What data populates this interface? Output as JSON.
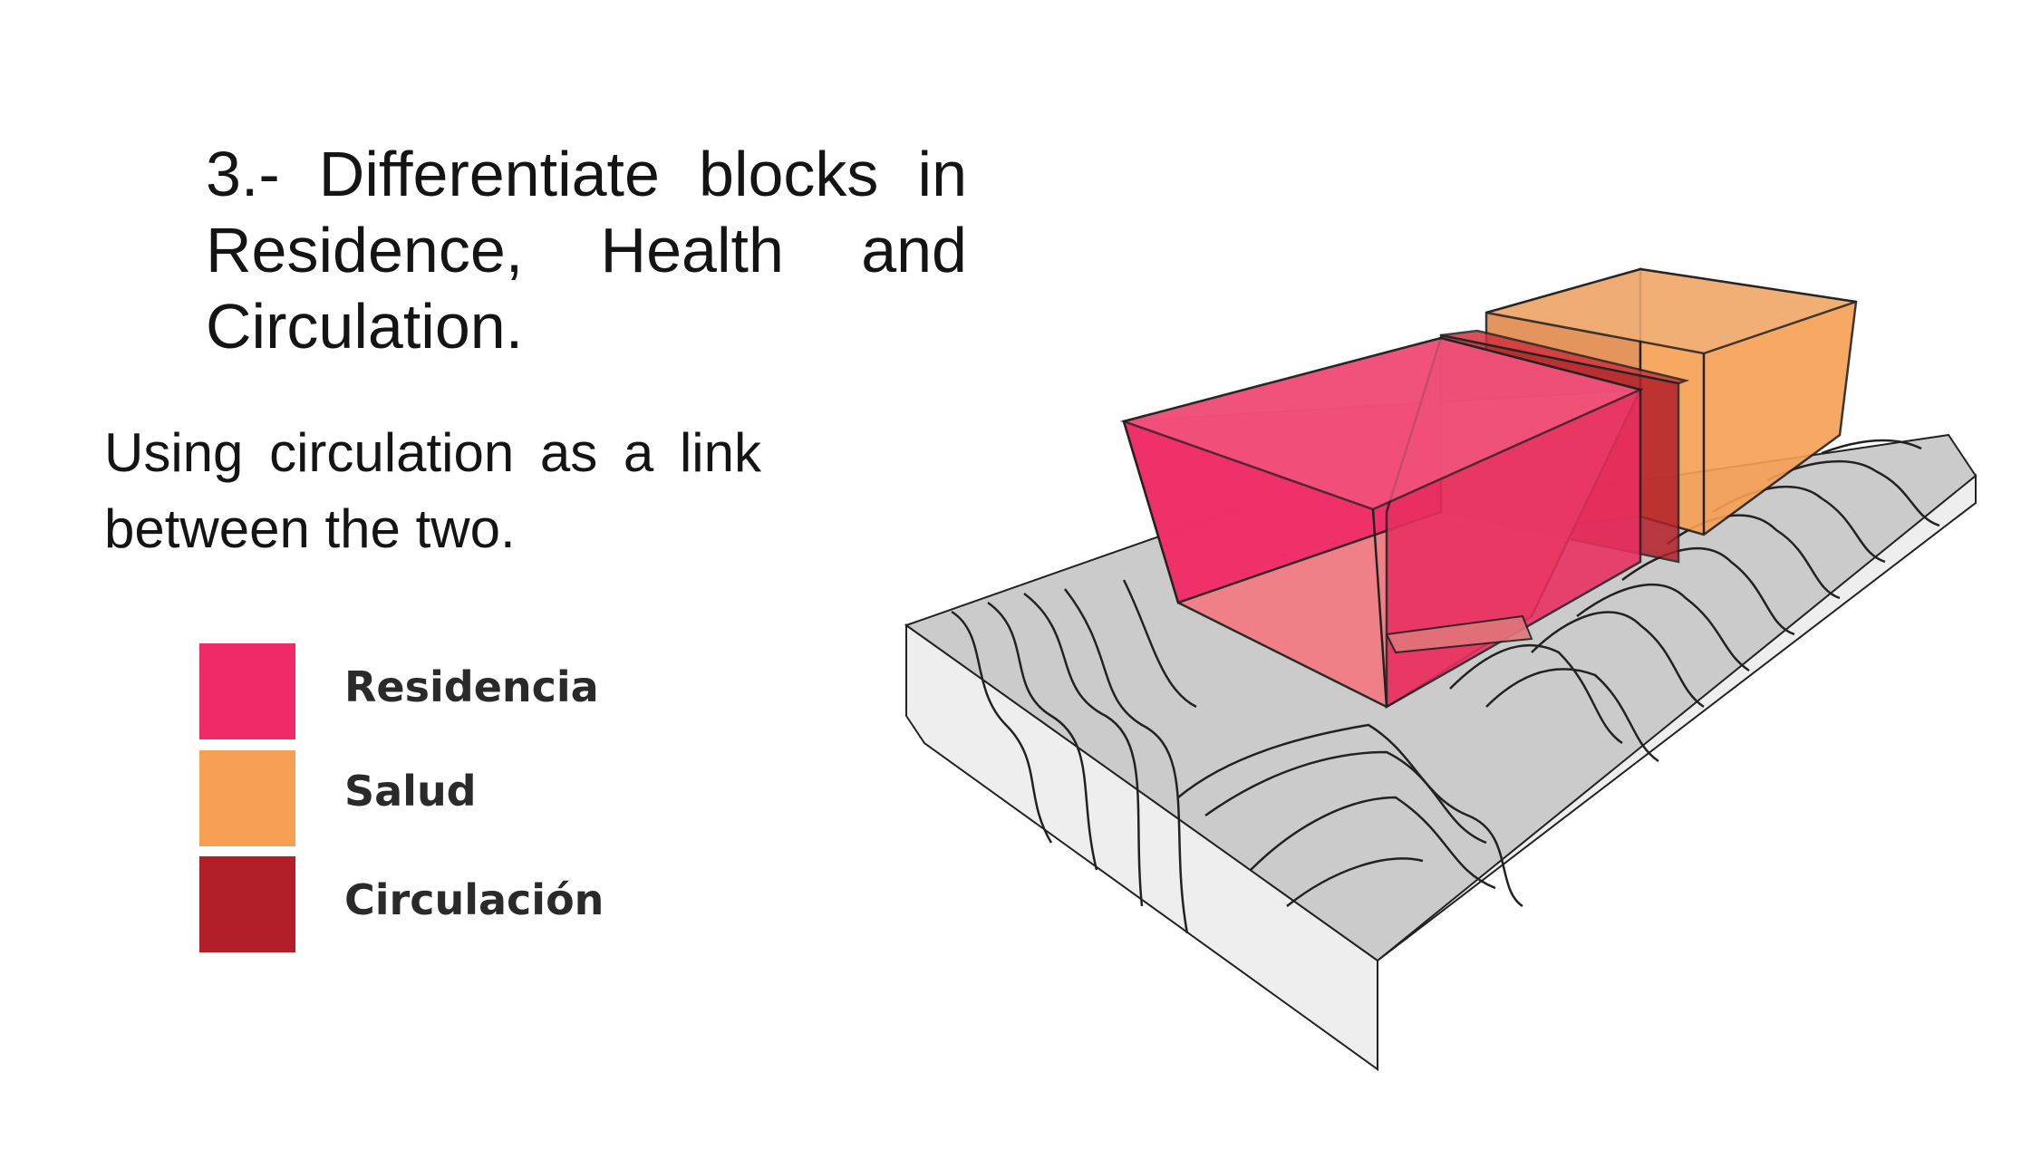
{
  "heading": "3.- Differentiate blocks in Residence, Health and Circulation.",
  "subtext": "Using circulation as a link between the two.",
  "legend": [
    {
      "label": "Residencia",
      "color": "#ef2a67"
    },
    {
      "label": "Salud",
      "color": "#f7a054"
    },
    {
      "label": "Circulación",
      "color": "#b31f29"
    }
  ],
  "colors": {
    "terrain_top": "#cbcbcb",
    "terrain_side": "#eeeeee",
    "outline": "#222222"
  }
}
